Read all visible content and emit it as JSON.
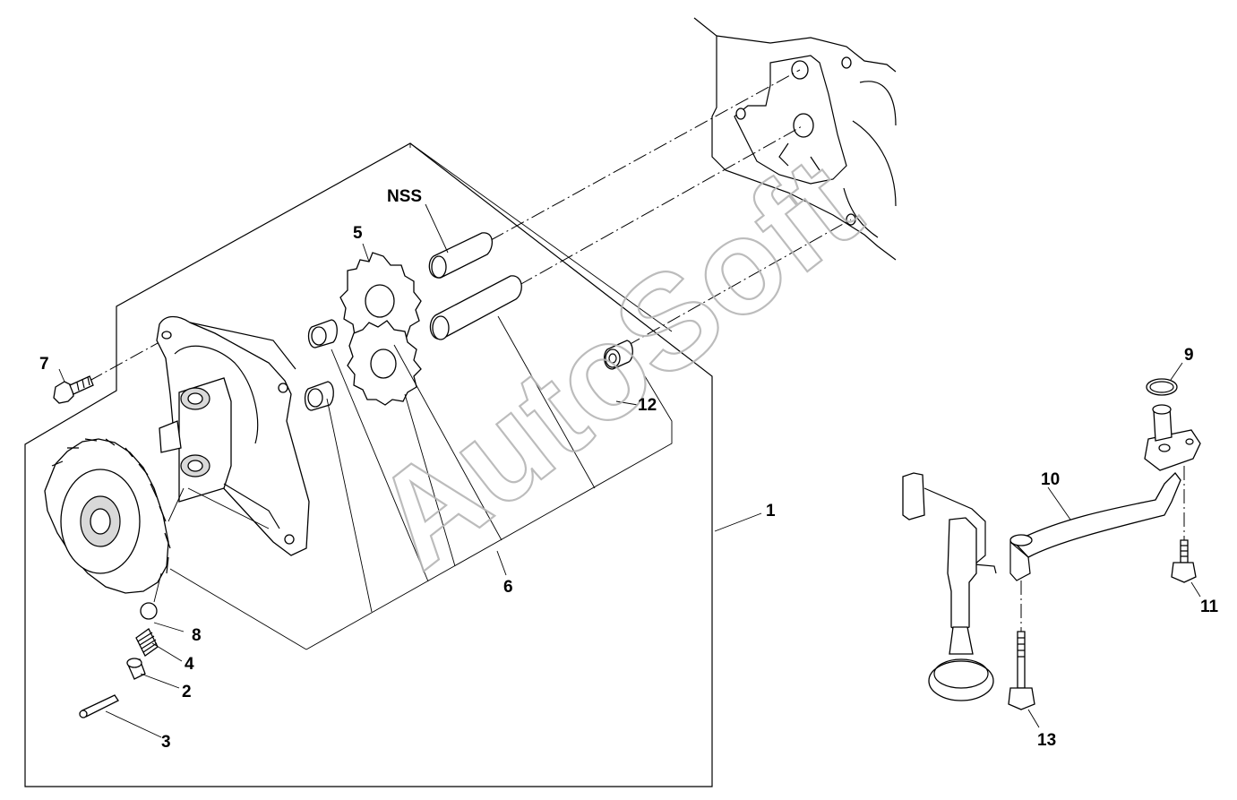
{
  "diagram": {
    "watermark": "AutoSoft",
    "callouts": [
      {
        "id": "1",
        "text": "1"
      },
      {
        "id": "2",
        "text": "2"
      },
      {
        "id": "3",
        "text": "3"
      },
      {
        "id": "4",
        "text": "4"
      },
      {
        "id": "5",
        "text": "5"
      },
      {
        "id": "6",
        "text": "6"
      },
      {
        "id": "7",
        "text": "7"
      },
      {
        "id": "8",
        "text": "8"
      },
      {
        "id": "9",
        "text": "9"
      },
      {
        "id": "10",
        "text": "10"
      },
      {
        "id": "11",
        "text": "11"
      },
      {
        "id": "12",
        "text": "12"
      },
      {
        "id": "13",
        "text": "13"
      },
      {
        "id": "nss",
        "text": "NSS"
      }
    ]
  }
}
